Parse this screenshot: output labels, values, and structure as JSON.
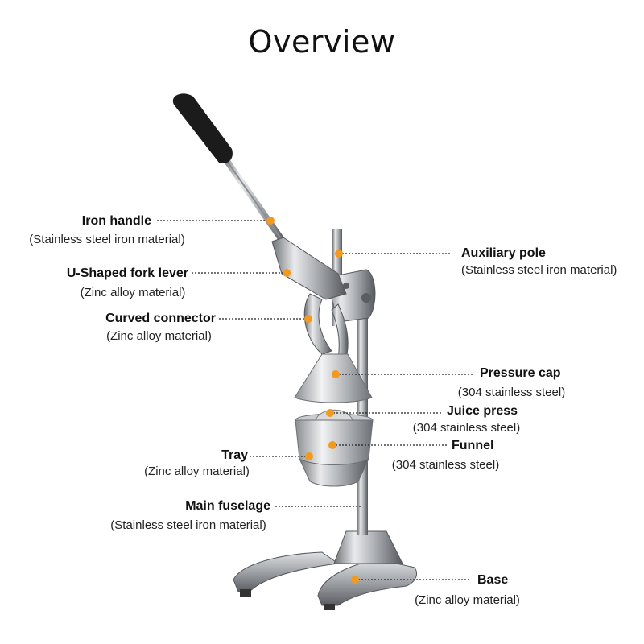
{
  "title": "Overview",
  "accent": "#f39a1e",
  "parts": [
    {
      "name": "Iron handle",
      "material": "(Stainless steel iron material)"
    },
    {
      "name": "U-Shaped fork lever",
      "material": "(Zinc alloy material)"
    },
    {
      "name": "Curved connector",
      "material": "(Zinc alloy material)"
    },
    {
      "name": "Tray",
      "material": "(Zinc alloy material)"
    },
    {
      "name": "Main fuselage",
      "material": "(Stainless steel iron material)"
    },
    {
      "name": "Auxiliary pole",
      "material": "(Stainless steel iron material)"
    },
    {
      "name": "Pressure cap",
      "material": "(304 stainless steel)"
    },
    {
      "name": "Juice press",
      "material": "(304 stainless steel)"
    },
    {
      "name": "Funnel",
      "material": "(304 stainless steel)"
    },
    {
      "name": "Base",
      "material": "(Zinc alloy material)"
    }
  ]
}
